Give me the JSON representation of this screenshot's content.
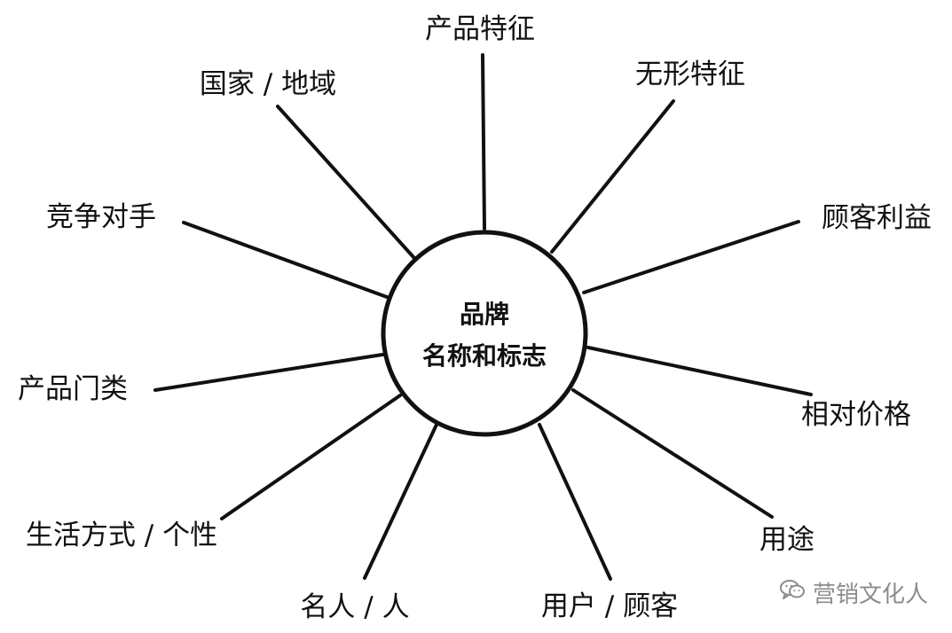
{
  "center": {
    "line1": "品牌",
    "line2": "名称和标志"
  },
  "spokes": [
    "产品特征",
    "无形特征",
    "顾客利益",
    "相对价格",
    "用途",
    "用户 / 顾客",
    "名人 / 人",
    "生活方式 / 个性",
    "产品门类",
    "竞争对手",
    "国家 / 地域"
  ],
  "watermark": {
    "text": "营销文化人",
    "icon": "chat-bubble-icon"
  },
  "colors": {
    "line": "#111111",
    "background": "#ffffff",
    "watermark": "#8c8c8c"
  }
}
